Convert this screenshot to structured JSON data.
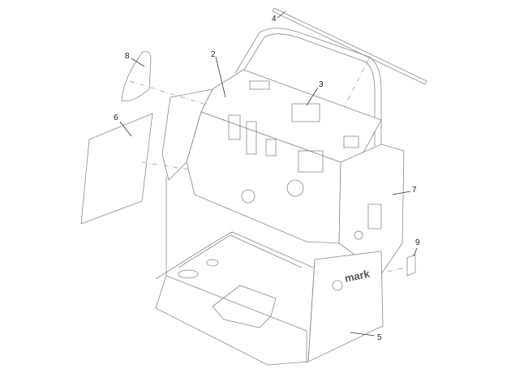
{
  "callouts": [
    {
      "id": "1",
      "label": "2"
    },
    {
      "id": "2",
      "label": "3"
    },
    {
      "id": "3",
      "label": "4"
    },
    {
      "id": "4",
      "label": "5"
    },
    {
      "id": "5",
      "label": "6"
    },
    {
      "id": "6",
      "label": "7"
    },
    {
      "id": "7",
      "label": "8"
    },
    {
      "id": "8",
      "label": "9"
    }
  ],
  "brand_text": "mark",
  "colors": {
    "line": "#8a8a8a",
    "text": "#222222"
  }
}
